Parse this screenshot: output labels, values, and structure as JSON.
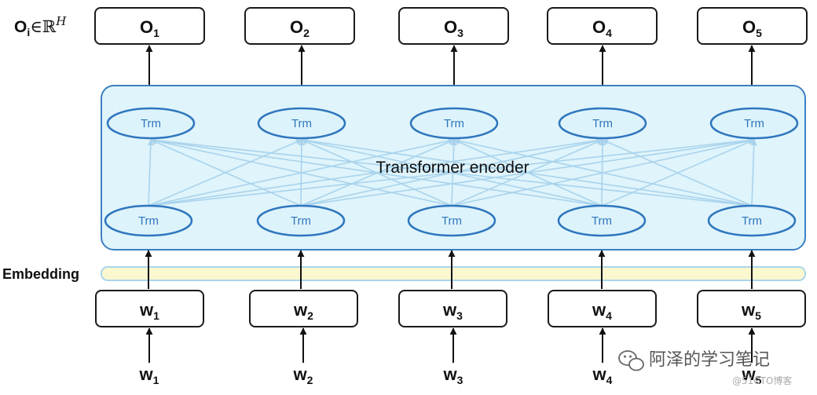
{
  "output_label": {
    "main": "O",
    "sub": "i",
    "rest": "∈ℝ",
    "sup": "H"
  },
  "outputs": [
    {
      "main": "O",
      "sub": "1"
    },
    {
      "main": "O",
      "sub": "2"
    },
    {
      "main": "O",
      "sub": "3"
    },
    {
      "main": "O",
      "sub": "4"
    },
    {
      "main": "O",
      "sub": "5"
    }
  ],
  "encoder_title": "Transformer encoder",
  "trm_label": "Trm",
  "embedding_label": "Embedding",
  "embedded_tokens": [
    {
      "main": "w",
      "sub": "1"
    },
    {
      "main": "w",
      "sub": "2"
    },
    {
      "main": "w",
      "sub": "3"
    },
    {
      "main": "w",
      "sub": "4"
    },
    {
      "main": "w",
      "sub": "5"
    }
  ],
  "input_tokens": [
    {
      "main": "w",
      "sub": "1"
    },
    {
      "main": "w",
      "sub": "2"
    },
    {
      "main": "w",
      "sub": "3"
    },
    {
      "main": "w",
      "sub": "4"
    },
    {
      "main": "w",
      "sub": "5"
    }
  ],
  "watermark": {
    "text": "阿泽的学习笔记",
    "icon": "wechat-icon",
    "secondary": "@51CTO博客"
  },
  "colors": {
    "encoder_fill": "#dff4fb",
    "trm_stroke": "#2f76bd",
    "embedding_fill": "#fbf8cf",
    "connection": "#a9d3ec"
  }
}
